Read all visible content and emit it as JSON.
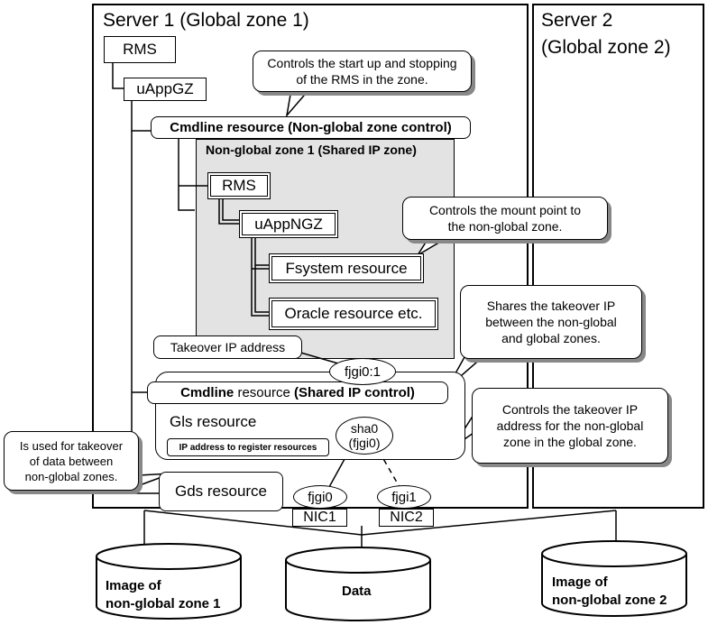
{
  "server1": {
    "title": "Server 1 (Global zone 1)"
  },
  "server2": {
    "title_line1": "Server 2",
    "title_line2": "(Global zone 2)"
  },
  "gz": {
    "rms": "RMS",
    "uappgz": "uAppGZ",
    "cmdline_ngz": "Cmdline resource (Non-global zone control)",
    "takeover_ip_label": "Takeover IP address",
    "fjgi01": "fjgi0:1",
    "cmdline_shared_bold": "Cmdline",
    "cmdline_shared_normal": " resource ",
    "cmdline_shared_paren": "(Shared IP control)",
    "gls": "Gls resource",
    "ip_register": "IP address to register resources",
    "sha0_line1": "sha0",
    "sha0_line2": "(fjgi0)",
    "gds": "Gds resource",
    "fjgi0": "fjgi0",
    "fjgi1": "fjgi1",
    "nic1": "NIC1",
    "nic2": "NIC2"
  },
  "ngz": {
    "title": "Non-global zone 1 (Shared IP zone)",
    "rms": "RMS",
    "uappngz": "uAppNGZ",
    "fsystem": "Fsystem resource",
    "oracle": "Oracle resource etc."
  },
  "callouts": {
    "c1_l1": "Controls the start up and stopping",
    "c1_l2": "of the RMS in the zone.",
    "c2_l1": "Controls the mount point to",
    "c2_l2": "the non-global zone.",
    "c3_l1": "Shares the takeover IP",
    "c3_l2": "between the non-global",
    "c3_l3": "and global zones.",
    "c4_l1": "Controls the takeover IP",
    "c4_l2": "address for the non-global",
    "c4_l3": "zone in the global zone.",
    "c5_l1": "Is used for takeover",
    "c5_l2": "of data between",
    "c5_l3": "non-global zones."
  },
  "disks": {
    "d1_l1": "Image of",
    "d1_l2": "non-global zone 1",
    "d2": "Data",
    "d3_l1": "Image of",
    "d3_l2": "non-global zone 2"
  }
}
